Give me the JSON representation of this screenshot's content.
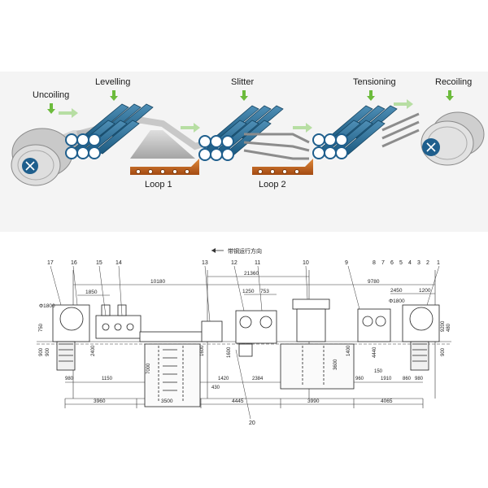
{
  "process": {
    "stages": {
      "uncoiling": "Uncoiling",
      "levelling": "Levelling",
      "slitter": "Slitter",
      "tensioning": "Tensioning",
      "recoiling": "Recoiling"
    },
    "loops": {
      "loop1": "Loop 1",
      "loop2": "Loop 2"
    }
  },
  "drawing": {
    "direction_label": "带钢运行方向",
    "item_numbers": [
      "17",
      "16",
      "15",
      "14",
      "13",
      "12",
      "11",
      "10",
      "9",
      "8",
      "7",
      "6",
      "5",
      "4",
      "3",
      "2",
      "1"
    ],
    "callout_20": "20",
    "overall_dims": {
      "top_left": "10180",
      "top_mid": "21360",
      "top_right": "9780",
      "d_1250": "1250",
      "d_753": "753",
      "d_2450": "2450",
      "d_1200": "1200",
      "d_1850": "1850",
      "phi_1800_left": "Φ1800",
      "phi_1800_right": "Φ1800"
    },
    "vertical_dims": [
      "750",
      "900",
      "900",
      "2400",
      "1600",
      "1600",
      "7000",
      "3600",
      "1400",
      "4440",
      "9200",
      "900",
      "480"
    ],
    "lower_dims": {
      "d_980_l": "980",
      "d_1150": "1150",
      "d_430": "430",
      "d_1420": "1420",
      "d_2384": "2384",
      "d_960": "960",
      "d_150": "150",
      "d_1910": "1910",
      "d_860": "860",
      "d_980_r": "980"
    },
    "bottom_dims": [
      "3960",
      "3500",
      "4445",
      "3990",
      "4065"
    ]
  }
}
